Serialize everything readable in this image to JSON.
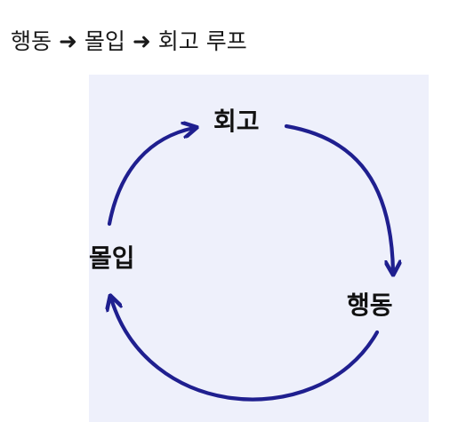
{
  "title": {
    "parts": [
      "행동",
      "몰입",
      "회고 루프"
    ],
    "separator": "➜"
  },
  "diagram": {
    "nodes": {
      "top": "회고",
      "left": "몰입",
      "right": "행동"
    },
    "arrow_color": "#1f1f8f",
    "panel_color": "#eef0fb"
  }
}
